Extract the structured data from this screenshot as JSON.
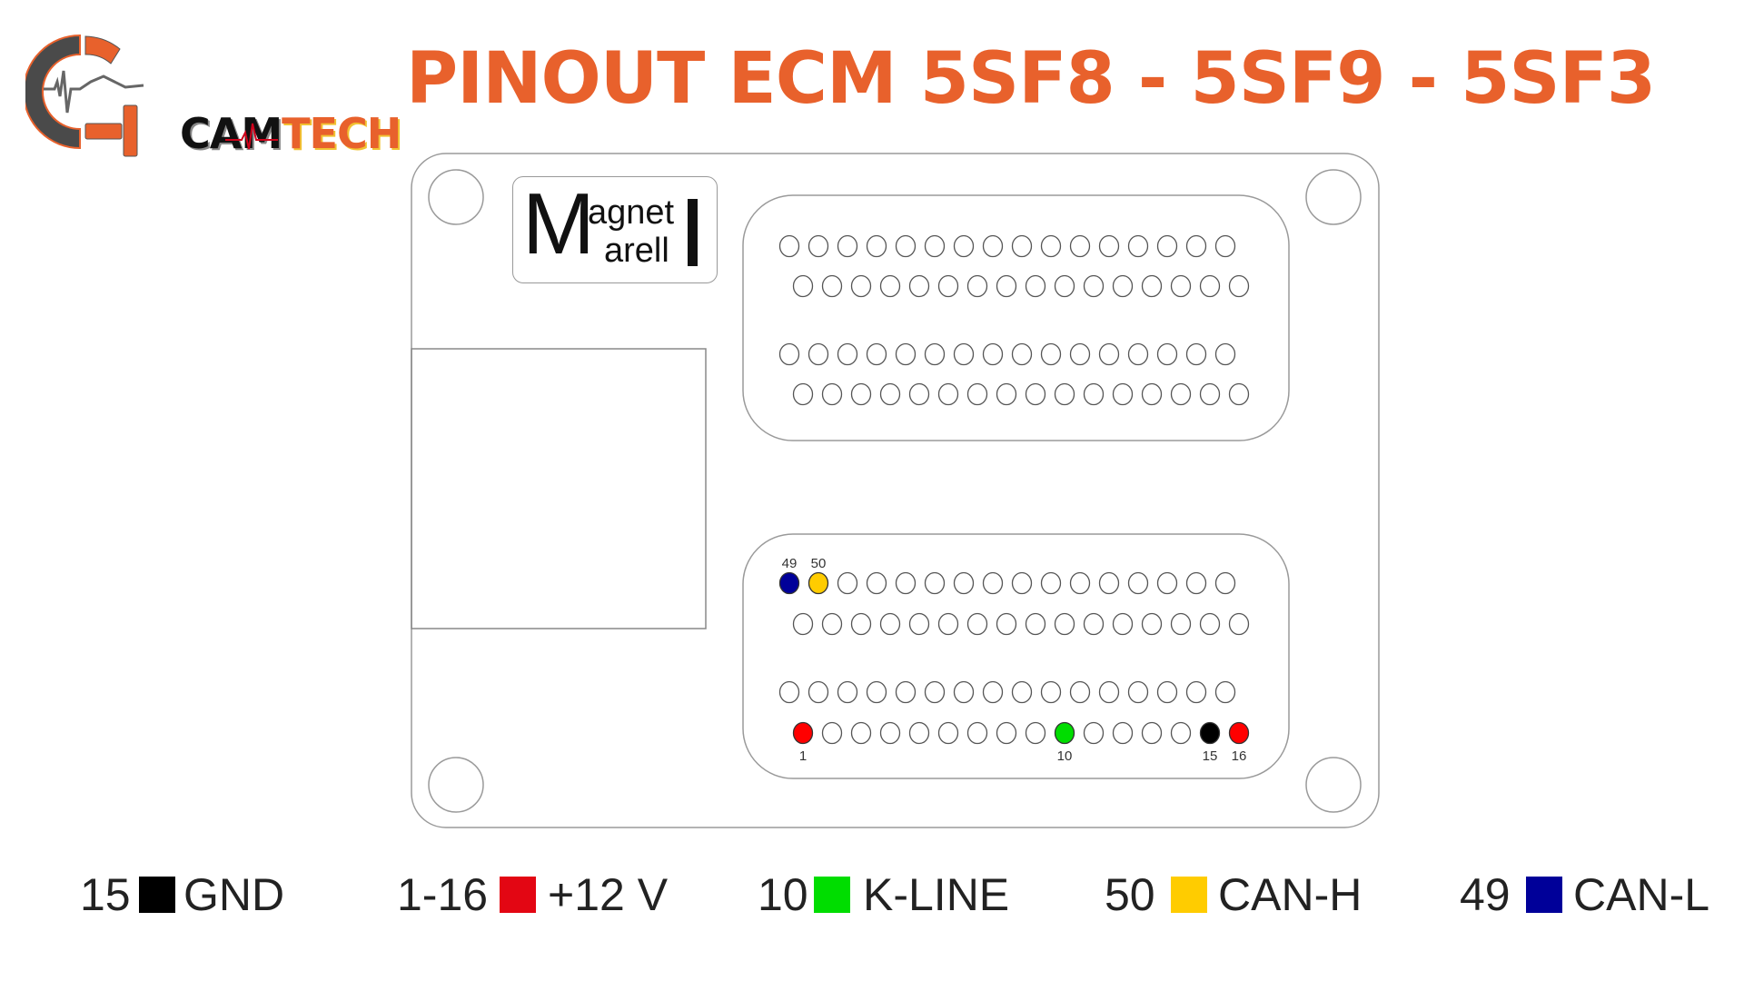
{
  "logo": {
    "brand_dark": "CAM",
    "brand_accent": "TECH"
  },
  "title": "PINOUT ECM 5SF8 - 5SF9 - 5SF3",
  "ecu_logo": {
    "big_letter": "M",
    "line1": "agnet",
    "line2": "arell",
    "bar_letter": "I"
  },
  "colors": {
    "accent": "#E8612C",
    "pin_outline": "#555555",
    "board_outline": "#9a9a9a"
  },
  "connectors": [
    {
      "name": "upper",
      "rows": [
        16,
        16,
        16,
        16
      ],
      "highlighted": []
    },
    {
      "name": "lower",
      "rows": [
        16,
        16,
        16,
        16
      ],
      "highlighted": [
        {
          "row": 0,
          "index": 0,
          "pin": "49",
          "color": "#000099",
          "label_pos": "above"
        },
        {
          "row": 0,
          "index": 1,
          "pin": "50",
          "color": "#FFCC00",
          "label_pos": "above"
        },
        {
          "row": 3,
          "index": 0,
          "pin": "1",
          "color": "#FF0000",
          "label_pos": "below"
        },
        {
          "row": 3,
          "index": 9,
          "pin": "10",
          "color": "#00DD00",
          "label_pos": "below"
        },
        {
          "row": 3,
          "index": 14,
          "pin": "15",
          "color": "#000000",
          "label_pos": "below"
        },
        {
          "row": 3,
          "index": 15,
          "pin": "16",
          "color": "#FF0000",
          "label_pos": "below"
        }
      ]
    }
  ],
  "legend": [
    {
      "pins": "15",
      "color": "#000000",
      "label": "GND"
    },
    {
      "pins": "1-16",
      "color": "#E30613",
      "label": "+12 V"
    },
    {
      "pins": "10",
      "color": "#00DD00",
      "label": "K-LINE"
    },
    {
      "pins": "50",
      "color": "#FFCC00",
      "label": "CAN-H"
    },
    {
      "pins": "49",
      "color": "#000099",
      "label": "CAN-L"
    }
  ]
}
